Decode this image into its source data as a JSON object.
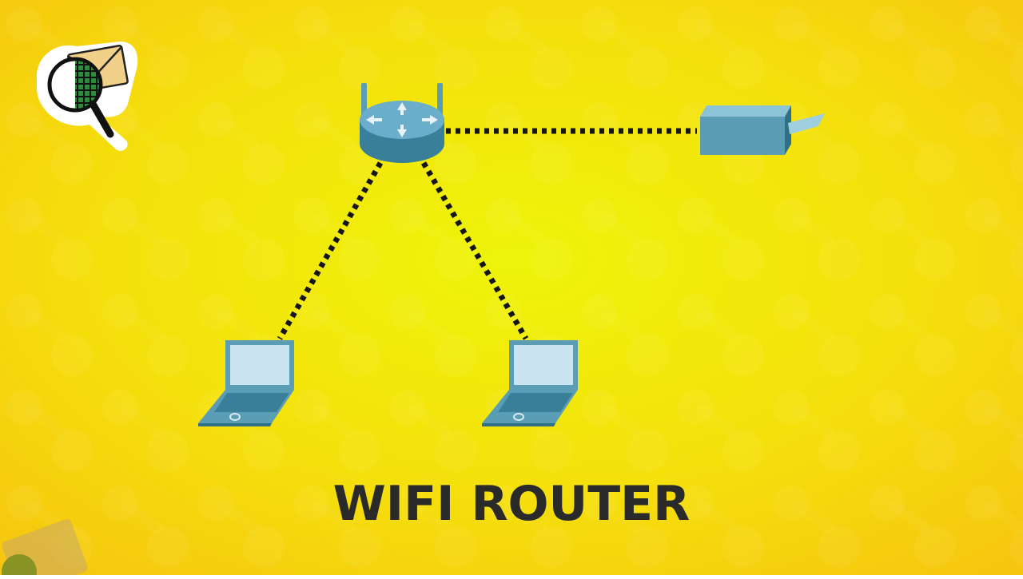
{
  "caption": "WIFI ROUTER",
  "colors": {
    "background_center": "#f0f20a",
    "background_edge": "#f6c810",
    "device_fill": "#5b9db4",
    "device_dark": "#3a7f99",
    "screen_fill": "#c9e4ee",
    "link": "#151515",
    "caption_text": "#2a2a2a"
  },
  "icons": [
    "logo-magnifier-envelope-icon",
    "router-icon",
    "modem-icon",
    "laptop-icon"
  ],
  "diagram": {
    "nodes": [
      "router",
      "modem",
      "laptop-left",
      "laptop-right"
    ],
    "links": [
      {
        "from": "router",
        "to": "modem",
        "style": "dashed"
      },
      {
        "from": "router",
        "to": "laptop-left",
        "style": "dashed"
      },
      {
        "from": "router",
        "to": "laptop-right",
        "style": "dashed"
      }
    ]
  }
}
